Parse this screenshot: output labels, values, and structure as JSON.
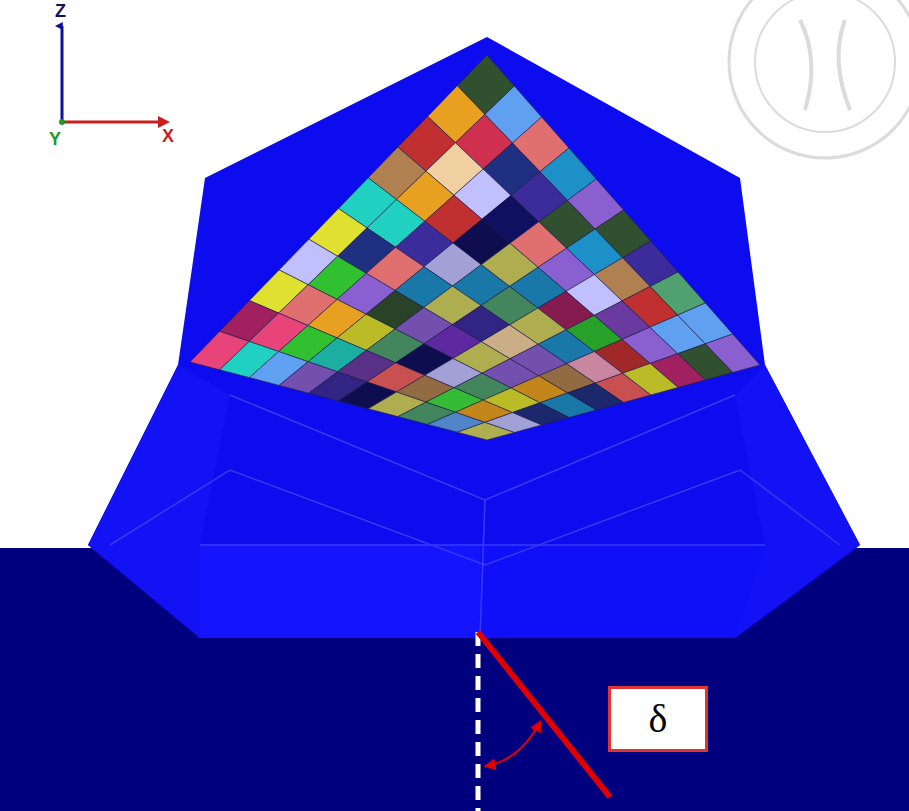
{
  "diagram": {
    "nodes": [
      {
        "text": [
          "δ"
        ]
      }
    ],
    "labels": [
      "Z",
      "Y",
      "X"
    ]
  }
}
